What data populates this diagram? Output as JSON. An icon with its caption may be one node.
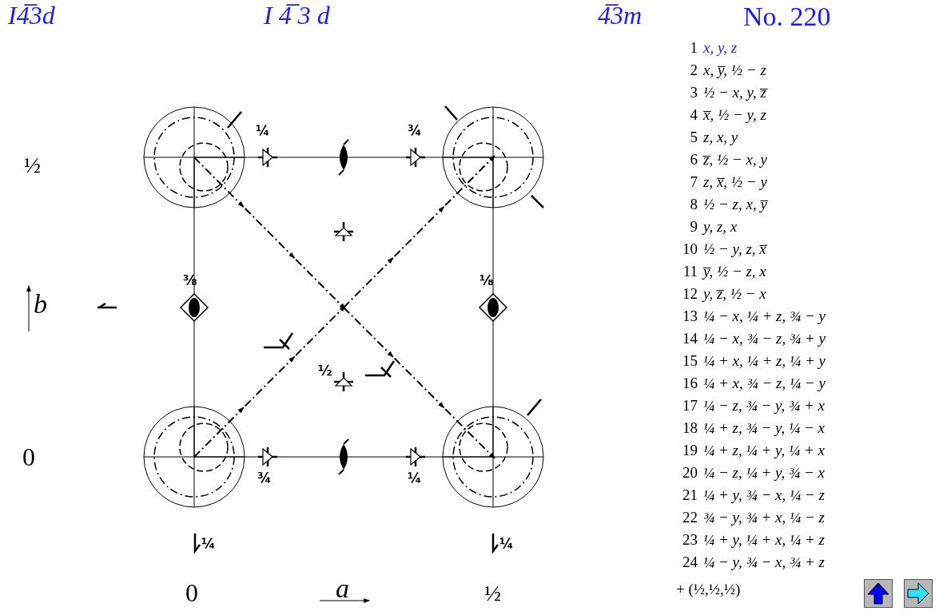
{
  "diagram": {
    "labels": [
      "I4̅3d",
      "I 4̅ 3 d",
      "4̅3m",
      "No. 220",
      "½",
      "b",
      "0",
      "¼",
      "¾",
      "⅜",
      "⅛",
      "½",
      "¾",
      "¼",
      "¼",
      "¼",
      "0",
      "a",
      "½",
      "1",
      "x, y, z",
      "2",
      "x, y̅, ½ − z",
      "3",
      "½ − x, y, z̅",
      "4",
      "x̅, ½ − y, z",
      "5",
      "z, x, y",
      "6",
      "z̅, ½ − x, y",
      "7",
      "z, x̅, ½ − y",
      "8",
      "½ − z, x, y̅",
      "9",
      "y, z, x",
      "10",
      "½ − y, z, x̅",
      "11",
      "y̅, ½ − z, x",
      "12",
      "y, z̅, ½ − x",
      "13",
      "¼ − x, ¼ + z, ¾ − y",
      "14",
      "¼ − x, ¾ − z, ¾ + y",
      "15",
      "¼ + x, ¼ + z, ¼ + y",
      "16",
      "¼ + x, ¾ − z, ¼ − y",
      "17",
      "¼ − z, ¾ − y, ¾ + x",
      "18",
      "¼ + z, ¾ − y, ¼ − x",
      "19",
      "¼ + z, ¼ + y, ¼ + x",
      "20",
      "¼ − z, ¼ + y, ¾ − x",
      "21",
      "¼ + y, ¾ − x, ¼ − z",
      "22",
      "¾ − y, ¾ + x, ¼ − z",
      "23",
      "¼ + y, ¼ + x, ¼ + z",
      "24",
      "¼ − y, ¾ − x, ¾ + z",
      "+ (½,½,½)"
    ]
  }
}
